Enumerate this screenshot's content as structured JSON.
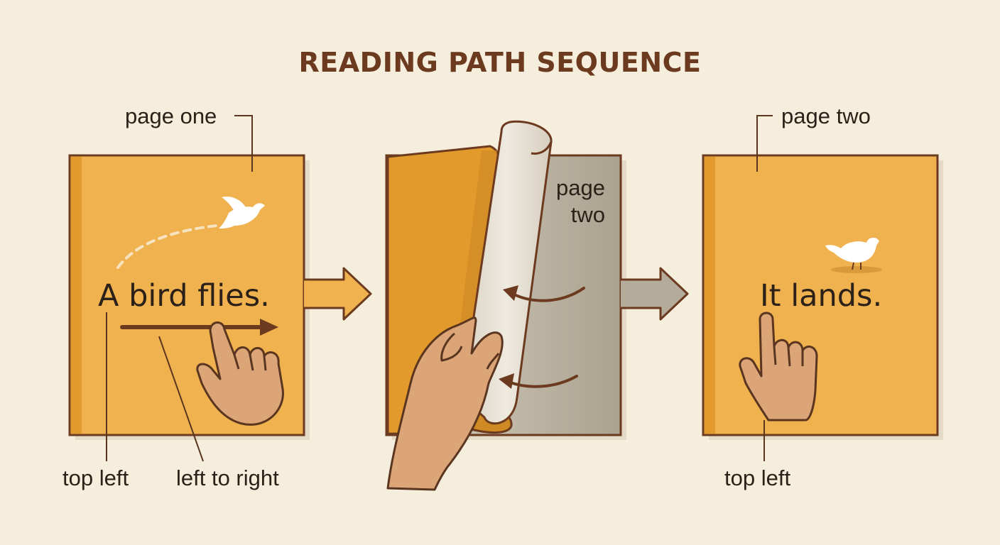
{
  "diagram": {
    "title": "READING PATH SEQUENCE",
    "panel_one": {
      "callout": "page one",
      "sentence": "A bird flies.",
      "start_label": "top left",
      "direction_label": "left to right"
    },
    "panel_two": {
      "page_label_line1": "page",
      "page_label_line2": "two"
    },
    "panel_three": {
      "callout": "page two",
      "sentence": "It lands.",
      "start_label": "top left"
    }
  },
  "colors": {
    "page_orange": "#f0b14f",
    "page_spine": "#e39a2c",
    "outline": "#6b3a1f",
    "skin": "#dca578",
    "turning_page": "#e9e2d5",
    "grey_page": "#b4ab9a",
    "background": "#f6eedd"
  }
}
